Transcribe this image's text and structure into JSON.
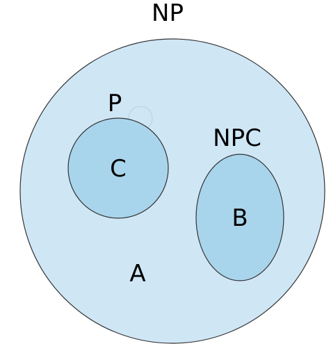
{
  "diagram": {
    "labels": {
      "outer": "NP",
      "region_outer": "A",
      "left_set": "P",
      "left_inner": "C",
      "right_set": "NPC",
      "right_inner": "B"
    },
    "colors": {
      "outer_fill": "#cfe6f5",
      "inner_fill": "#a9d5ec",
      "stroke": "#333333",
      "text": "#000000"
    }
  }
}
